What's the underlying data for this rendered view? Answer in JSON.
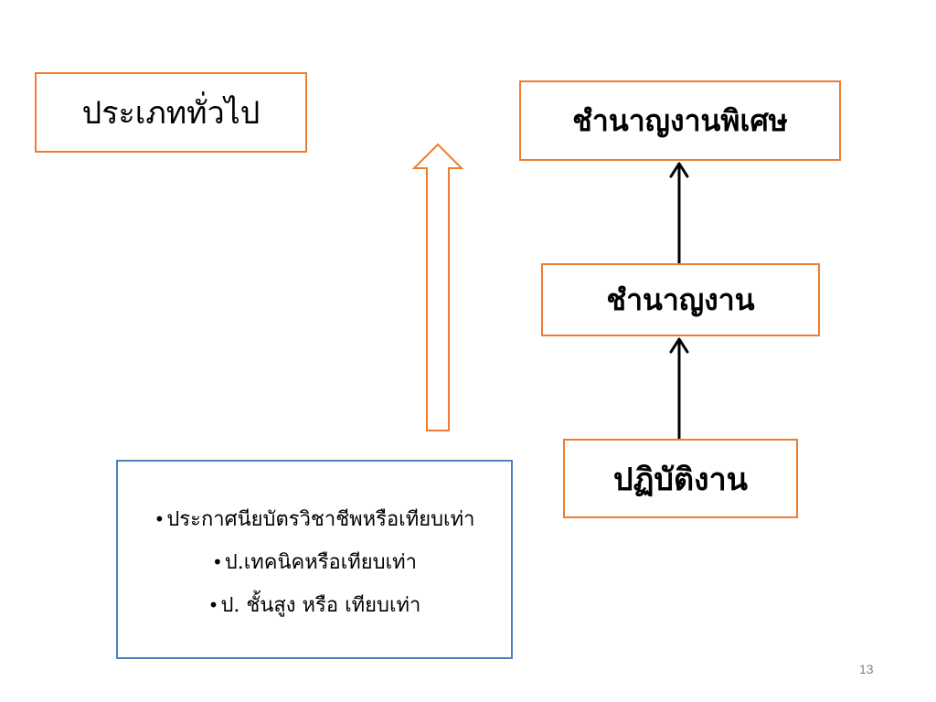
{
  "category_label": "ประเภททั่วไป",
  "levels": {
    "top": "ชำนาญงานพิเศษ",
    "mid": "ชำนาญงาน",
    "bottom": "ปฏิบัติงาน"
  },
  "qualifications": [
    "ประกาศนียบัตรวิชาชีพหรือเทียบเท่า",
    "ป.เทคนิคหรือเทียบเท่า",
    "ป. ชั้นสูง หรือ เทียบเท่า"
  ],
  "bullet_glyph": "•",
  "page_number": "13",
  "colors": {
    "box_border_orange": "#ED7D31",
    "box_border_blue": "#4F81BD",
    "arrow_black": "#000000"
  }
}
